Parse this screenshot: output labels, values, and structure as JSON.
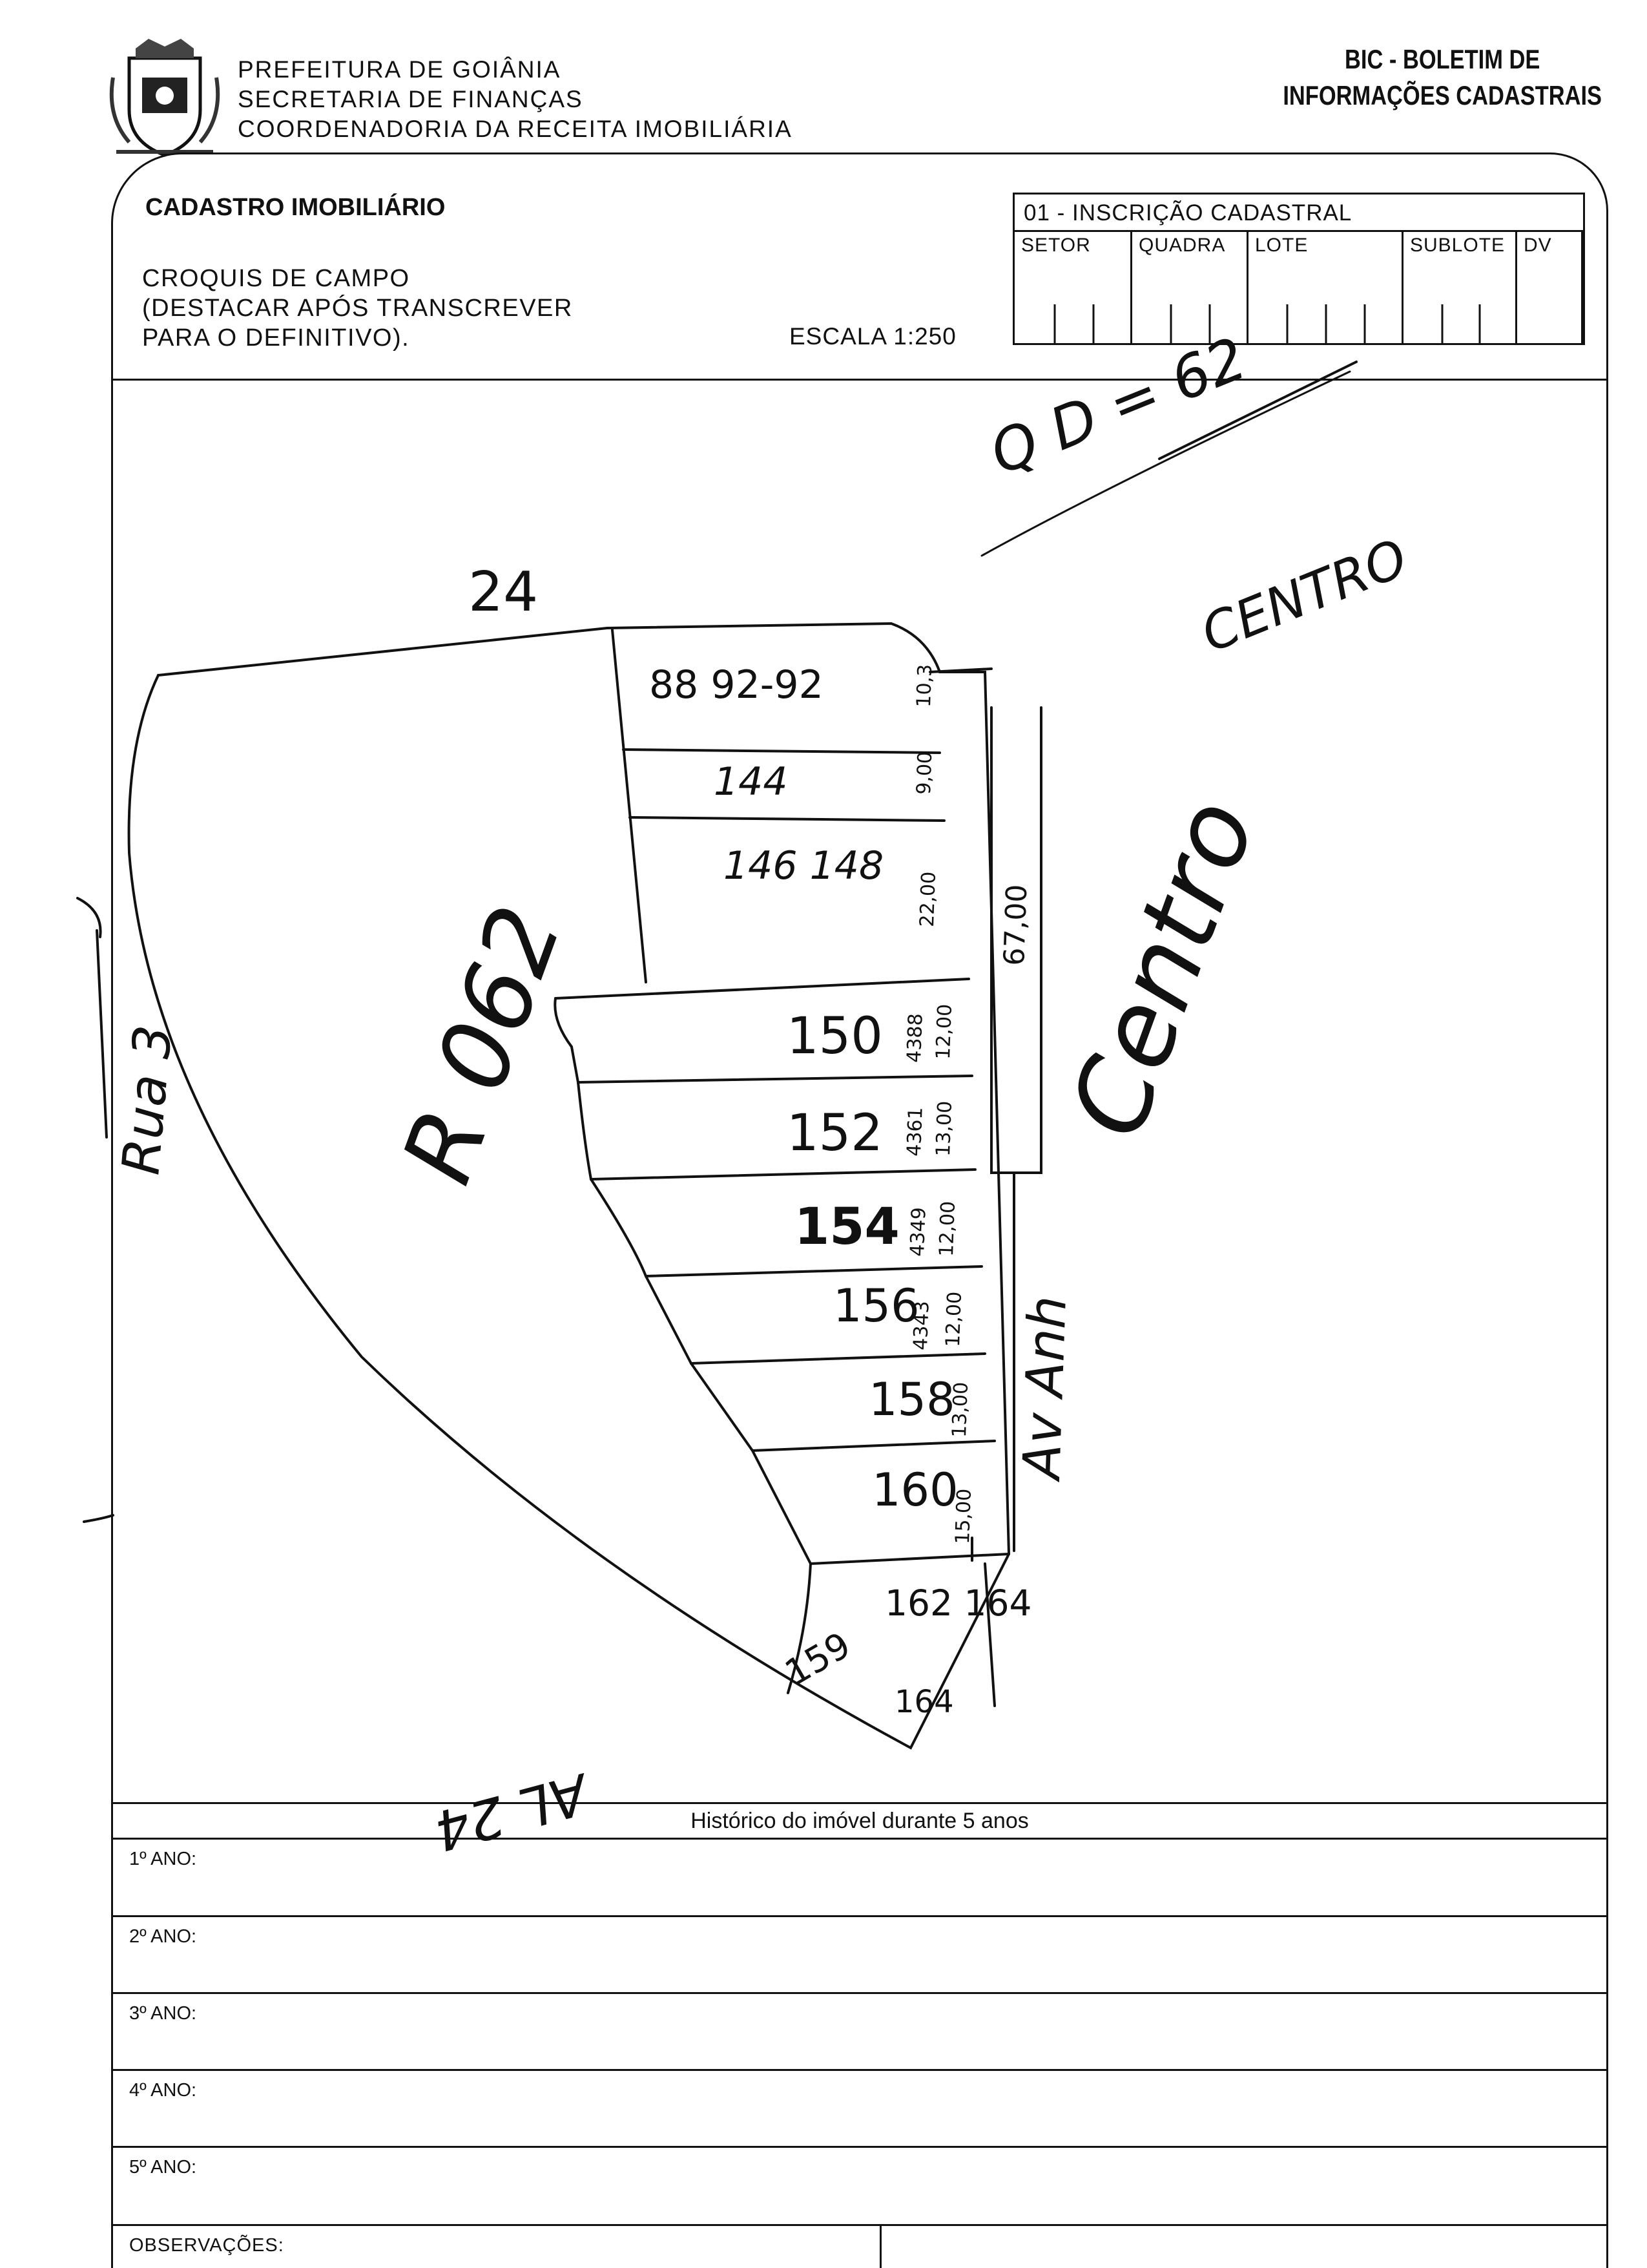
{
  "header": {
    "org_lines": [
      "PREFEITURA DE GOIÂNIA",
      "SECRETARIA DE FINANÇAS",
      "COORDENADORIA DA RECEITA IMOBILIÁRIA"
    ],
    "bic_lines": [
      "BIC - BOLETIM DE",
      "INFORMAÇÕES CADASTRAIS"
    ],
    "crest_icon": "municipal-coat-of-arms"
  },
  "form": {
    "section_title": "CADASTRO IMOBILIÁRIO",
    "croquis_lines": [
      "CROQUIS DE CAMPO",
      "(DESTACAR APÓS TRANSCREVER",
      "PARA O DEFINITIVO)."
    ],
    "escala": "ESCALA 1:250",
    "inscricao": {
      "title": "01 - INSCRIÇÃO CADASTRAL",
      "columns": [
        "SETOR",
        "QUADRA",
        "LOTE",
        "SUBLOTE",
        "DV"
      ]
    }
  },
  "sketch": {
    "quadra_note": "Q D = 62",
    "centro_label": "CENTRO",
    "street_top": "24",
    "street_left": "Rua 3",
    "street_curve": "R 062",
    "street_right": "Av Anh",
    "street_bottom": "AL 24",
    "centro_script": "Centro",
    "lots": [
      {
        "number": "88 92-92",
        "front": "10,3"
      },
      {
        "number": "144",
        "front": "9,00"
      },
      {
        "number": "146 148",
        "front": "22,00"
      },
      {
        "number": "150",
        "area": "4388",
        "front": "12,00"
      },
      {
        "number": "152",
        "area": "4361",
        "front": "13,00"
      },
      {
        "number": "154",
        "area": "4349",
        "front": "12,00"
      },
      {
        "number": "156",
        "area": "4343",
        "front": "12,00"
      },
      {
        "number": "158",
        "front": "13,00"
      },
      {
        "number": "160",
        "front": "15,00"
      },
      {
        "number": "162 164"
      },
      {
        "number": "159"
      },
      {
        "number": "164"
      }
    ],
    "total_front": "67,00"
  },
  "historico": {
    "title": "Histórico do imóvel durante 5 anos",
    "anos": [
      "1º ANO:",
      "2º ANO:",
      "3º ANO:",
      "4º ANO:",
      "5º ANO:"
    ],
    "observacoes": "OBSERVAÇÕES:"
  }
}
